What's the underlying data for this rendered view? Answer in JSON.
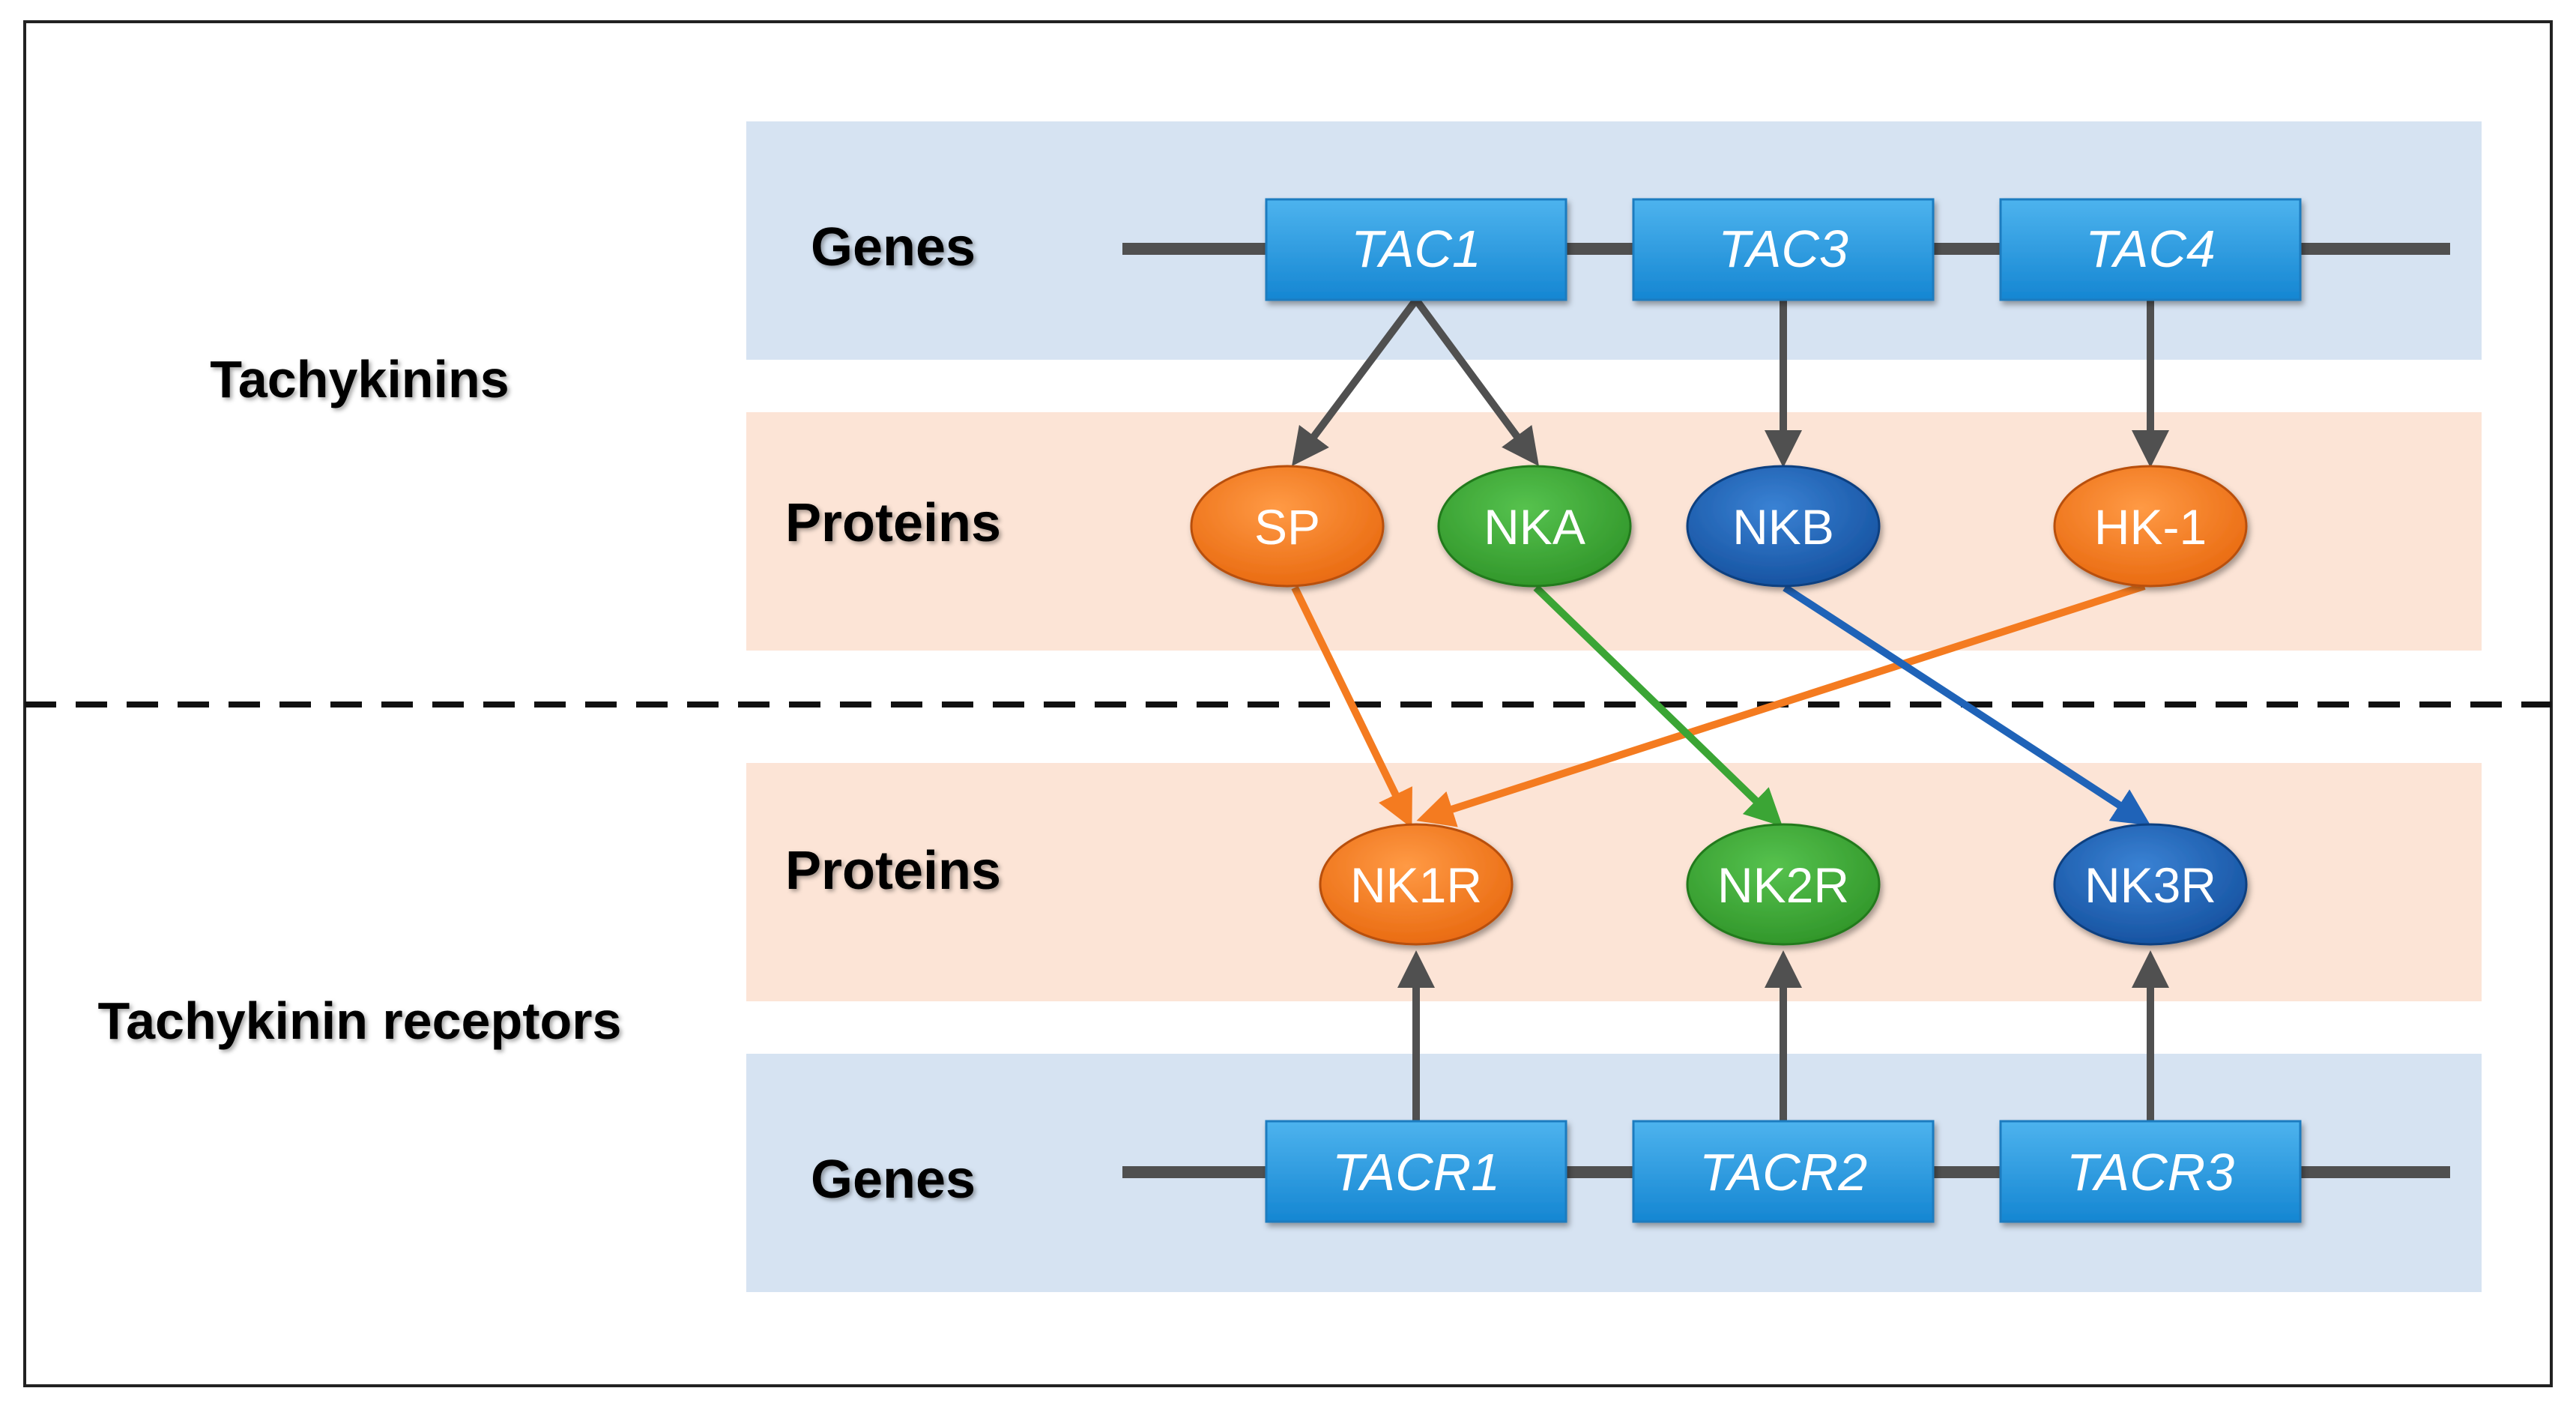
{
  "sections": {
    "tachykinins": "Tachykinins",
    "receptors": "Tachykinin receptors"
  },
  "row_labels": {
    "top_genes": "Genes",
    "top_proteins": "Proteins",
    "bottom_proteins": "Proteins",
    "bottom_genes": "Genes"
  },
  "top_genes": [
    "TAC1",
    "TAC3",
    "TAC4"
  ],
  "top_proteins": [
    {
      "label": "SP",
      "color": "#F47B20"
    },
    {
      "label": "NKA",
      "color": "#3BA535"
    },
    {
      "label": "NKB",
      "color": "#1F63B8"
    },
    {
      "label": "HK-1",
      "color": "#F47B20"
    }
  ],
  "receptors": [
    {
      "label": "NK1R",
      "color": "#F47B20"
    },
    {
      "label": "NK2R",
      "color": "#3BA535"
    },
    {
      "label": "NK3R",
      "color": "#1F63B8"
    }
  ],
  "bottom_genes": [
    "TACR1",
    "TACR2",
    "TACR3"
  ],
  "colors": {
    "gene_band": "#D6E3F2",
    "protein_band": "#FCE4D6",
    "gene_box": "#2E9AE0",
    "line": "#505050",
    "orange": "#F47B20",
    "green": "#3BA535",
    "blue": "#1F63B8"
  }
}
